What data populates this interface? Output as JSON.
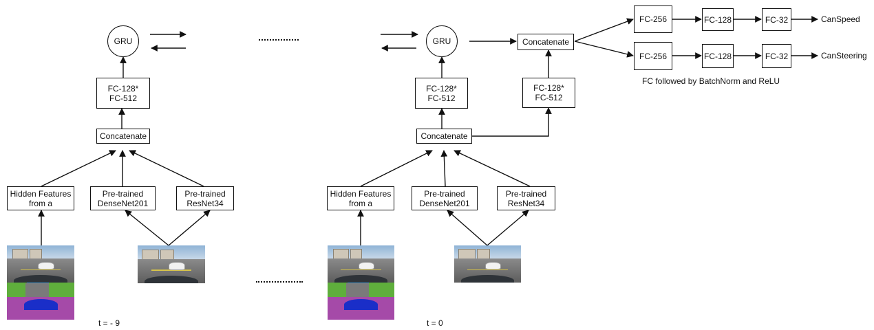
{
  "nodes": {
    "gru_left": "GRU",
    "gru_right": "GRU",
    "fc_left": "FC-128*\nFC-512",
    "fc_mid": "FC-128*\nFC-512",
    "fc_right": "FC-128*\nFC-512",
    "concat_left": "Concatenate",
    "concat_mid": "Concatenate",
    "concat_top": "Concatenate",
    "hidden_left": "Hidden Features\nfrom a",
    "hidden_mid": "Hidden Features\nfrom a",
    "densenet_left": "Pre-trained\nDenseNet201",
    "densenet_mid": "Pre-trained\nDenseNet201",
    "resnet_left": "Pre-trained\nResNet34",
    "resnet_mid": "Pre-trained\nResNet34",
    "speed_fc256": "FC-256",
    "speed_fc128": "FC-128",
    "speed_fc32": "FC-32",
    "steer_fc256": "FC-256",
    "steer_fc128": "FC-128",
    "steer_fc32": "FC-32"
  },
  "outputs": {
    "speed": "CanSpeed",
    "steering": "CanSteering"
  },
  "notes": {
    "fc_note": "FC followed by BatchNorm and ReLU",
    "t_left": "t = - 9",
    "t_right": "t = 0"
  }
}
